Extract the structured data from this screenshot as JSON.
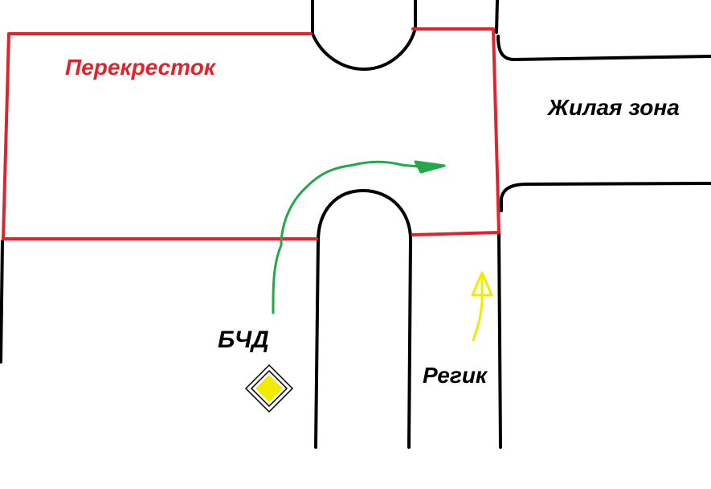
{
  "labels": {
    "intersection": "Перекресток",
    "residential_zone": "Жилая зона",
    "main_road": "БЧД",
    "regik": "Регик"
  },
  "colors": {
    "road_lines": "#000000",
    "intersection_boundary": "#e0242b",
    "intersection_label": "#e0242b",
    "main_road_path": "#22a84a",
    "regik_path": "#f2ea00",
    "sign_fill": "#f2ea00",
    "text": "#000000"
  },
  "icons": {
    "priority_road_sign": "priority-road-sign-icon",
    "main_road_arrow": "curved-arrow-right-icon",
    "regik_arrow": "arrow-up-icon"
  }
}
